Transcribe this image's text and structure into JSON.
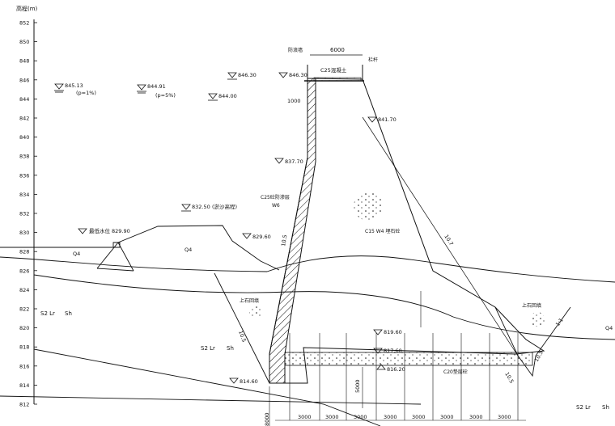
{
  "axis": {
    "title": "高程(m)",
    "ticks": [
      "852",
      "850",
      "848",
      "846",
      "844",
      "842",
      "840",
      "838",
      "836",
      "834",
      "832",
      "830",
      "828",
      "826",
      "824",
      "822",
      "820",
      "818",
      "816",
      "814",
      "812"
    ]
  },
  "levels": {
    "flood_check": "845.13",
    "flood_check_note": "(p=1%)",
    "flood_design": "844.91",
    "flood_design_note": "(p=5%)",
    "check_level": "846.30",
    "normal_level": "844.00",
    "crest": "846.30",
    "crest_label_left": "防浪墙",
    "crest_label_right": "栏杆",
    "crest_width": "6000",
    "crest_concrete": "C25混凝土",
    "parapet_dim": "1000",
    "dh_861": "841.70",
    "dh_837": "837.70",
    "dh_832": "832.50",
    "dh_832_note": "(淤沙高程)",
    "dh_829": "829.60",
    "dh_829_label": "最低水位",
    "dh_829_9": "829.90",
    "dh_819": "819.60",
    "dh_817": "817.60",
    "dh_816": "816.20",
    "toe": "814.60",
    "face_concrete": "C25砼防渗层",
    "face_concrete_note": "W6",
    "body_concrete": "C15 W4 埋石砼",
    "base_concrete": "C20垫层砼",
    "upstream_slope": "10.5",
    "downstream_slope": "10.7",
    "side_slope": "1:1",
    "side_slope2": "10.5",
    "earth_left": "上石回填",
    "earth_right": "上石回填",
    "q4_a": "Q4",
    "q4_b": "Q4",
    "q4_c": "Q4",
    "rock_left": "S2 Lr",
    "rock_left_b": "Sh",
    "rock_mid": "S2 Lr",
    "rock_mid_b": "Sh",
    "rock_right": "S2 Lr",
    "rock_right_b": "Sh",
    "grout_depth": "5000",
    "dim_bottom_left": "8000",
    "spacing": [
      "3000",
      "3000",
      "3000",
      "3000",
      "3000",
      "3000",
      "3000",
      "3000"
    ]
  }
}
